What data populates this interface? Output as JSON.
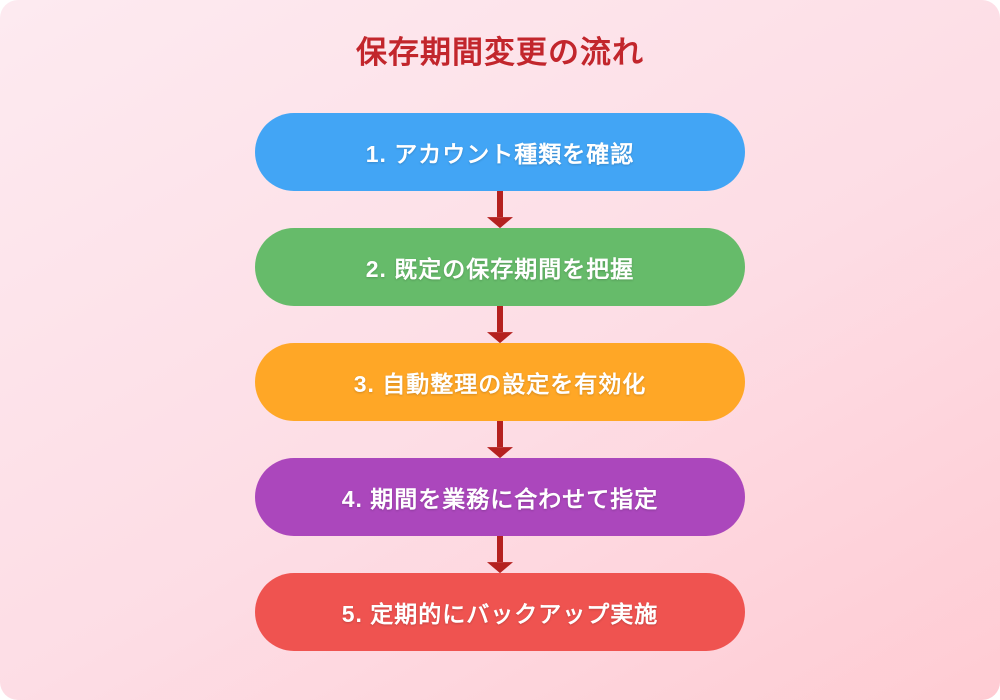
{
  "title": {
    "text": "保存期間変更の流れ",
    "color": "#C2262C"
  },
  "flow": {
    "steps": [
      {
        "label": "1. アカウント種類を確認",
        "color": "#42A5F5"
      },
      {
        "label": "2. 既定の保存期間を把握",
        "color": "#66BB6A"
      },
      {
        "label": "3. 自動整理の設定を有効化",
        "color": "#FFA726"
      },
      {
        "label": "4. 期間を業務に合わせて指定",
        "color": "#AB47BC"
      },
      {
        "label": "5. 定期的にバックアップ実施",
        "color": "#EF5350"
      }
    ],
    "arrow_color": "#B5211F"
  },
  "background": {
    "gradient_start": "#FDEAF0",
    "gradient_end": "#FFCBD3"
  }
}
